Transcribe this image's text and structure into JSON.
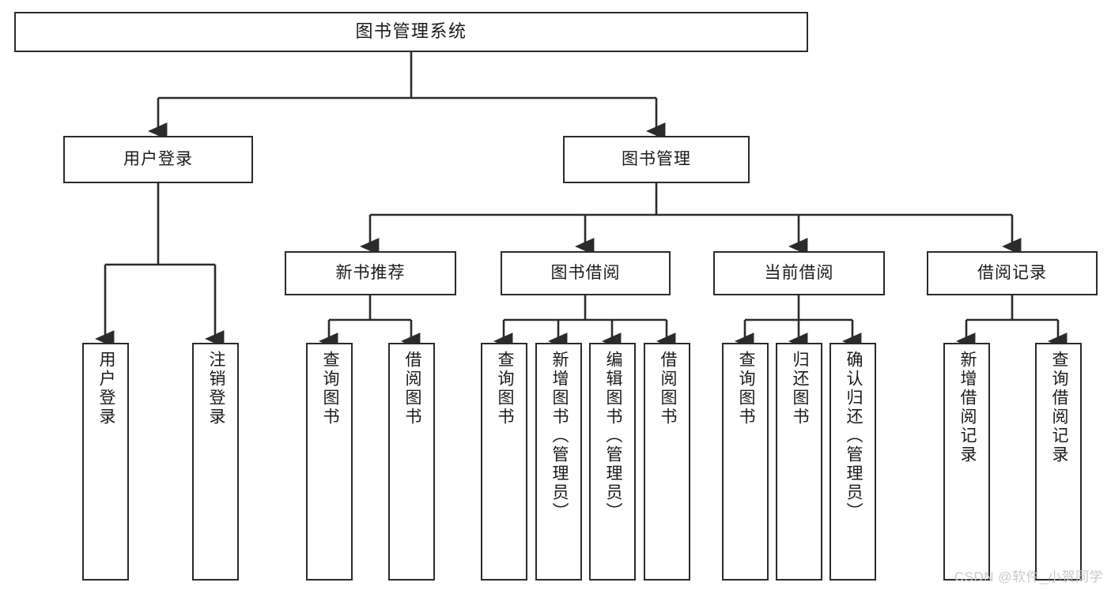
{
  "diagram": {
    "type": "tree-hierarchy-flowchart",
    "title": "图书管理系统",
    "colors": {
      "box_border": "#2b2b2b",
      "box_fill": "#ffffff",
      "connector": "#2b2b2b",
      "text": "#1a1a1a",
      "watermark": "#c9c9c9",
      "background": "#ffffff"
    },
    "root": {
      "id": "root",
      "label": "图书管理系统"
    },
    "level2": [
      {
        "id": "user-login",
        "label": "用户登录"
      },
      {
        "id": "book-manage",
        "label": "图书管理"
      }
    ],
    "level3": [
      {
        "id": "new-book-recommend",
        "label": "新书推荐"
      },
      {
        "id": "book-borrow",
        "label": "图书借阅"
      },
      {
        "id": "current-borrow",
        "label": "当前借阅"
      },
      {
        "id": "borrow-record",
        "label": "借阅记录"
      }
    ],
    "leaves": {
      "user_login": [
        {
          "id": "leaf-user-login",
          "label": "用户登录"
        },
        {
          "id": "leaf-user-logout",
          "label": "注销登录"
        }
      ],
      "new_book_recommend": [
        {
          "id": "leaf-query-book-1",
          "label": "查询图书"
        },
        {
          "id": "leaf-borrow-book-1",
          "label": "借阅图书"
        }
      ],
      "book_borrow": [
        {
          "id": "leaf-query-book-2",
          "label": "查询图书"
        },
        {
          "id": "leaf-add-book",
          "label": "新增图书（管理员）"
        },
        {
          "id": "leaf-edit-book",
          "label": "编辑图书（管理员）"
        },
        {
          "id": "leaf-borrow-book-2",
          "label": "借阅图书"
        }
      ],
      "current_borrow": [
        {
          "id": "leaf-query-book-3",
          "label": "查询图书"
        },
        {
          "id": "leaf-return-book",
          "label": "归还图书"
        },
        {
          "id": "leaf-confirm-return",
          "label": "确认归还（管理员）"
        }
      ],
      "borrow_record": [
        {
          "id": "leaf-add-record",
          "label": "新增借阅记录"
        },
        {
          "id": "leaf-query-record",
          "label": "查询借阅记录"
        }
      ]
    }
  },
  "watermark": {
    "text": "CSDN @软件_小贺同学"
  }
}
